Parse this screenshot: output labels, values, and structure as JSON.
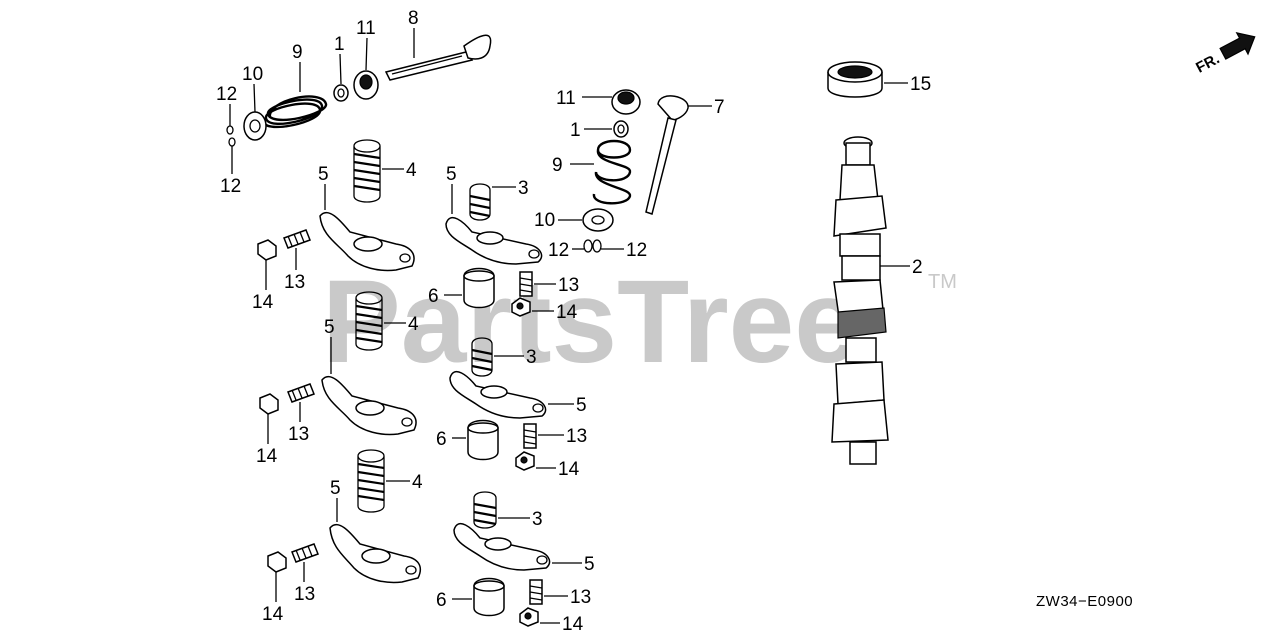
{
  "watermark": {
    "text": "PartsTree",
    "tm": "TM"
  },
  "direction": {
    "label": "FR."
  },
  "diagram_code": "ZW34−E0900",
  "callouts": {
    "c8": "8",
    "c1a": "1",
    "c11a": "11",
    "c9a": "9",
    "c10a": "10",
    "c12a": "12",
    "c12b": "12",
    "c11b": "11",
    "c7": "7",
    "c1b": "1",
    "c9b": "9",
    "c10b": "10",
    "c12c": "12",
    "c12d": "12",
    "c15": "15",
    "c2": "2",
    "c4a": "4",
    "c5a": "5",
    "c5b": "5",
    "c3a": "3",
    "c13a": "13",
    "c14a": "14",
    "c6a": "6",
    "c13b": "13",
    "c14b": "14",
    "c5c": "5",
    "c4b": "4",
    "c3b": "3",
    "c5d": "5",
    "c13c": "13",
    "c14c": "14",
    "c6b": "6",
    "c13d": "13",
    "c14d": "14",
    "c4c": "4",
    "c5e": "5",
    "c3c": "3",
    "c5f": "5",
    "c13e": "13",
    "c14e": "14",
    "c6c": "6",
    "c13f": "13",
    "c14f": "14"
  }
}
